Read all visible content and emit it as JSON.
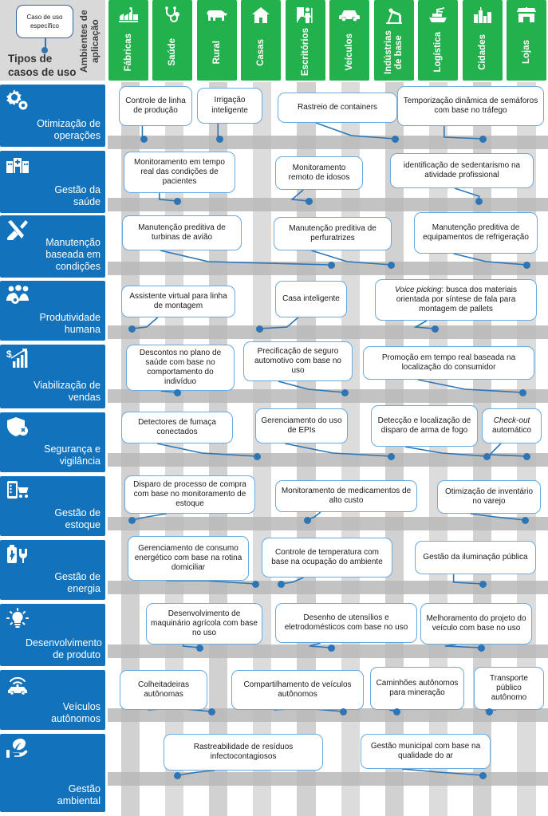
{
  "legend": {
    "bubble_label": "Caso de uso específico",
    "row_axis_title": "Tipos de casos de uso",
    "col_axis_title": "Ambientes de aplicação"
  },
  "colors": {
    "header_green": "#22b14c",
    "row_blue": "#1272bb",
    "bubble_border": "#6aa9dd",
    "connector": "#2e75b6",
    "stripe": "#c9c9c9",
    "band": "#b8b8b8"
  },
  "columns": [
    {
      "label": "Fábricas",
      "icon": "factory-icon"
    },
    {
      "label": "Saúde",
      "icon": "stethoscope-icon"
    },
    {
      "label": "Rural",
      "icon": "cow-icon"
    },
    {
      "label": "Casas",
      "icon": "house-icon"
    },
    {
      "label": "Escritórios",
      "icon": "office-worker-icon"
    },
    {
      "label": "Veículos",
      "icon": "car-icon"
    },
    {
      "label": "Indústrias de base",
      "icon": "oil-pump-icon"
    },
    {
      "label": "Logística",
      "icon": "cargo-ship-icon"
    },
    {
      "label": "Cidades",
      "icon": "city-icon"
    },
    {
      "label": "Lojas",
      "icon": "store-icon"
    }
  ],
  "rows": [
    {
      "label": "Otimização de operações",
      "icon": "gears-icon"
    },
    {
      "label": "Gestão da saúde",
      "icon": "hospital-icon"
    },
    {
      "label": "Manutenção baseada em condições",
      "icon": "wrench-screwdriver-icon"
    },
    {
      "label": "Produtividade humana",
      "icon": "people-gear-icon"
    },
    {
      "label": "Viabilização de vendas",
      "icon": "dollar-chart-icon"
    },
    {
      "label": "Segurança e vigilância",
      "icon": "shield-icon"
    },
    {
      "label": "Gestão de estoque",
      "icon": "mobile-cart-icon"
    },
    {
      "label": "Gestão de energia",
      "icon": "battery-plug-icon"
    },
    {
      "label": "Desenvolvimento de produto",
      "icon": "lightbulb-icon"
    },
    {
      "label": "Veículos autônomos",
      "icon": "connected-car-icon"
    },
    {
      "label": "Gestão ambiental",
      "icon": "hand-leaf-icon"
    }
  ],
  "use_cases": [
    {
      "text": "Controle de linha de produção",
      "row": "Otimização de operações",
      "column": "Fábricas"
    },
    {
      "text": "Irrigação inteligente",
      "row": "Otimização de operações",
      "column": "Rural"
    },
    {
      "text": "Rastreio de containers",
      "row": "Otimização de operações",
      "column": "Logística"
    },
    {
      "text": "Temporização dinâmica de semáforos com base no tráfego",
      "row": "Otimização de operações",
      "column": "Cidades"
    },
    {
      "text": "Monitoramento em tempo real das condições de pacientes",
      "row": "Gestão da saúde",
      "column": "Saúde"
    },
    {
      "text": "Monitoramento remoto de idosos",
      "row": "Gestão da saúde",
      "column": "Casas"
    },
    {
      "text": "identificação de sedentarismo na atividade profissional",
      "row": "Gestão da saúde",
      "column": "Escritórios"
    },
    {
      "text": "Manutenção preditiva de turbinas de avião",
      "row": "Manutenção baseada em condições",
      "column": "Fábricas"
    },
    {
      "text": "Manutenção preditiva de perfuratrizes",
      "row": "Manutenção baseada em condições",
      "column": "Indústrias de base"
    },
    {
      "text": "Manutenção preditiva de equipamentos de refrigeração",
      "row": "Manutenção baseada em condições",
      "column": "Lojas"
    },
    {
      "text": "Assistente virtual para linha de montagem",
      "row": "Produtividade humana",
      "column": "Fábricas"
    },
    {
      "text": "Casa inteligente",
      "row": "Produtividade humana",
      "column": "Casas"
    },
    {
      "text": "Voice picking: busca dos materiais orientada por síntese de fala para montagem de pallets",
      "row": "Produtividade humana",
      "column": "Logística",
      "italic_prefix": "Voice picking"
    },
    {
      "text": "Descontos no plano de saúde com base no comportamento do indivíduo",
      "row": "Viabilização de vendas",
      "column": "Saúde"
    },
    {
      "text": "Precificação de seguro automotivo com base no uso",
      "row": "Viabilização de vendas",
      "column": "Veículos"
    },
    {
      "text": "Promoção em tempo real baseada na localização do consumidor",
      "row": "Viabilização de vendas",
      "column": "Lojas"
    },
    {
      "text": "Detectores de fumaça conectados",
      "row": "Segurança e vigilância",
      "column": "Casas"
    },
    {
      "text": "Gerenciamento do uso de EPIs",
      "row": "Segurança e vigilância",
      "column": "Indústrias de base"
    },
    {
      "text": "Detecção e localização de disparo de arma de fogo",
      "row": "Segurança e vigilância",
      "column": "Cidades"
    },
    {
      "text": "Check-out automático",
      "row": "Segurança e vigilância",
      "column": "Lojas",
      "italic_prefix": "Check-out"
    },
    {
      "text": "Disparo de processo de compra com base no monitoramento de estoque",
      "row": "Gestão de estoque",
      "column": "Fábricas"
    },
    {
      "text": "Monitoramento de medicamentos de alto custo",
      "row": "Gestão de estoque",
      "column": "Saúde"
    },
    {
      "text": "Otimização de inventário no varejo",
      "row": "Gestão de estoque",
      "column": "Lojas"
    },
    {
      "text": "Gerenciamento de consumo energético com base na rotina domiciliar",
      "row": "Gestão de energia",
      "column": "Casas"
    },
    {
      "text": "Controle de temperatura com base na ocupação do ambiente",
      "row": "Gestão de energia",
      "column": "Escritórios"
    },
    {
      "text": "Gestão da iluminação pública",
      "row": "Gestão de energia",
      "column": "Cidades"
    },
    {
      "text": "Desenvolvimento de maquinário agrícola com base no uso",
      "row": "Desenvolvimento de produto",
      "column": "Rural"
    },
    {
      "text": "Desenho de utensílios e eletrodomésticos com base no uso",
      "row": "Desenvolvimento de produto",
      "column": "Casas"
    },
    {
      "text": "Melhoramento do projeto do veículo com base no uso",
      "row": "Desenvolvimento de produto",
      "column": "Veículos"
    },
    {
      "text": "Colheitadeiras autônomas",
      "row": "Veículos autônomos",
      "column": "Rural"
    },
    {
      "text": "Compartilhamento de veículos autônomos",
      "row": "Veículos autônomos",
      "column": "Veículos"
    },
    {
      "text": "Caminhões autônomos para mineração",
      "row": "Veículos autônomos",
      "column": "Indústrias de base"
    },
    {
      "text": "Transporte público autônomo",
      "row": "Veículos autônomos",
      "column": "Cidades"
    },
    {
      "text": "Rastreabilidade de resíduos infectocontagiosos",
      "row": "Gestão ambiental",
      "column": "Saúde"
    },
    {
      "text": "Gestão municipal com base na qualidade do ar",
      "row": "Gestão ambiental",
      "column": "Cidades"
    }
  ]
}
